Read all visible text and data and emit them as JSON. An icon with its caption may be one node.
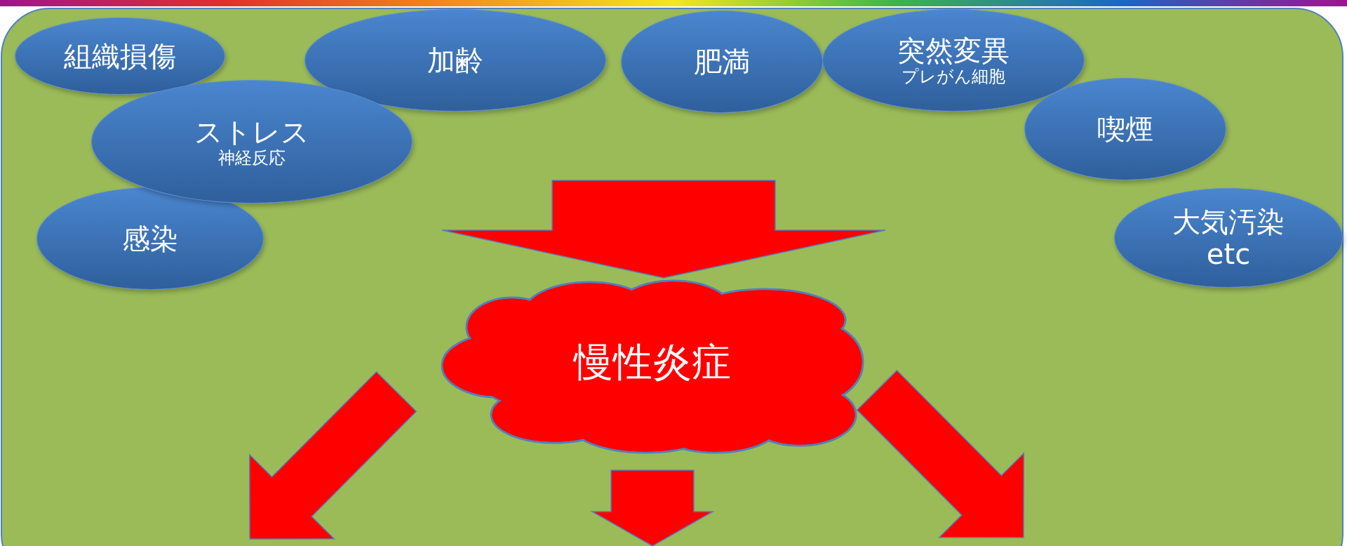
{
  "diagram": {
    "nodes": [
      {
        "text": [
          "組織損傷"
        ]
      },
      {
        "text": [
          "加齢"
        ]
      },
      {
        "text": [
          "肥満"
        ]
      },
      {
        "text": [
          "突然変異",
          "プレがん細胞"
        ]
      },
      {
        "text": [
          "ストレス",
          "神経反応"
        ]
      },
      {
        "text": [
          "喫煙"
        ]
      },
      {
        "text": [
          "感染"
        ]
      },
      {
        "text": [
          "大気汚染 etc"
        ]
      },
      {
        "text": [
          "慢性炎症"
        ]
      }
    ],
    "edges": [
      {
        "from": null,
        "to": 8,
        "arrow": "to"
      },
      {
        "from": 8,
        "to": null,
        "arrow": "to"
      },
      {
        "from": 8,
        "to": null,
        "arrow": "to"
      },
      {
        "from": 8,
        "to": null,
        "arrow": "to"
      }
    ]
  }
}
